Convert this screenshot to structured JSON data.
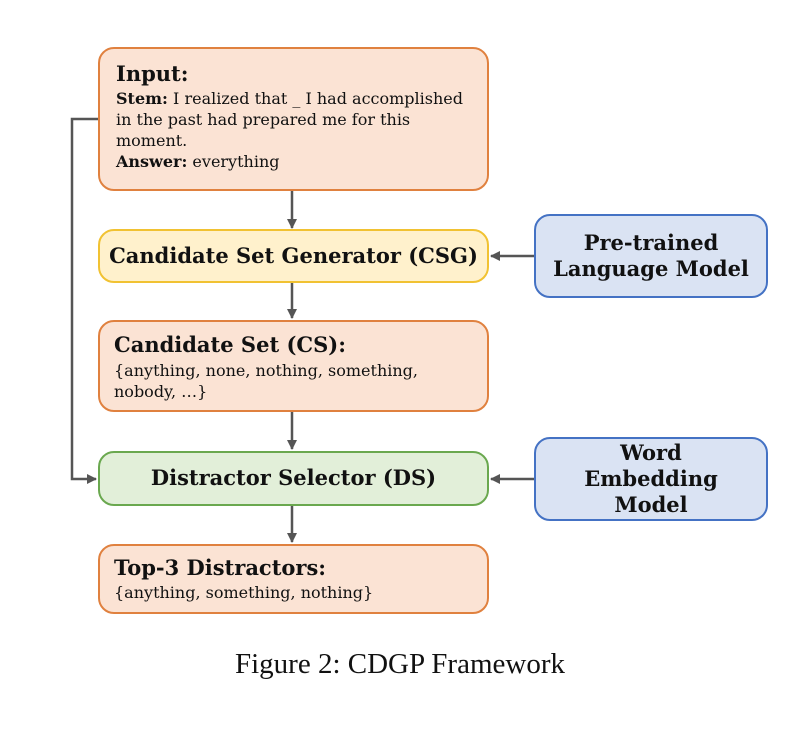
{
  "input": {
    "title": "Input:",
    "stem_label": "Stem:",
    "stem_text": " I realized that _ I had accomplished in the past had prepared me for this moment.",
    "answer_label": "Answer:",
    "answer_text": " everything"
  },
  "csg": {
    "label": "Candidate Set Generator (CSG)"
  },
  "plm": {
    "label": "Pre-trained Language Model"
  },
  "candidate_set": {
    "title": "Candidate Set (CS):",
    "items": "{anything, none, nothing, something, nobody, …}"
  },
  "ds": {
    "label": "Distractor Selector (DS)"
  },
  "wem": {
    "label": "Word Embedding Model"
  },
  "top3": {
    "title": "Top-3 Distractors:",
    "items": "{anything, something, nothing}"
  },
  "caption": "Figure 2:  CDGP Framework",
  "colors": {
    "orange_fill": "#fbe3d4",
    "orange_border": "#e0813f",
    "yellow_fill": "#fff1cc",
    "yellow_border": "#f1c232",
    "green_fill": "#e2efd9",
    "green_border": "#6aa84f",
    "blue_fill": "#dae3f3",
    "blue_border": "#4472c4",
    "arrow": "#555555"
  }
}
